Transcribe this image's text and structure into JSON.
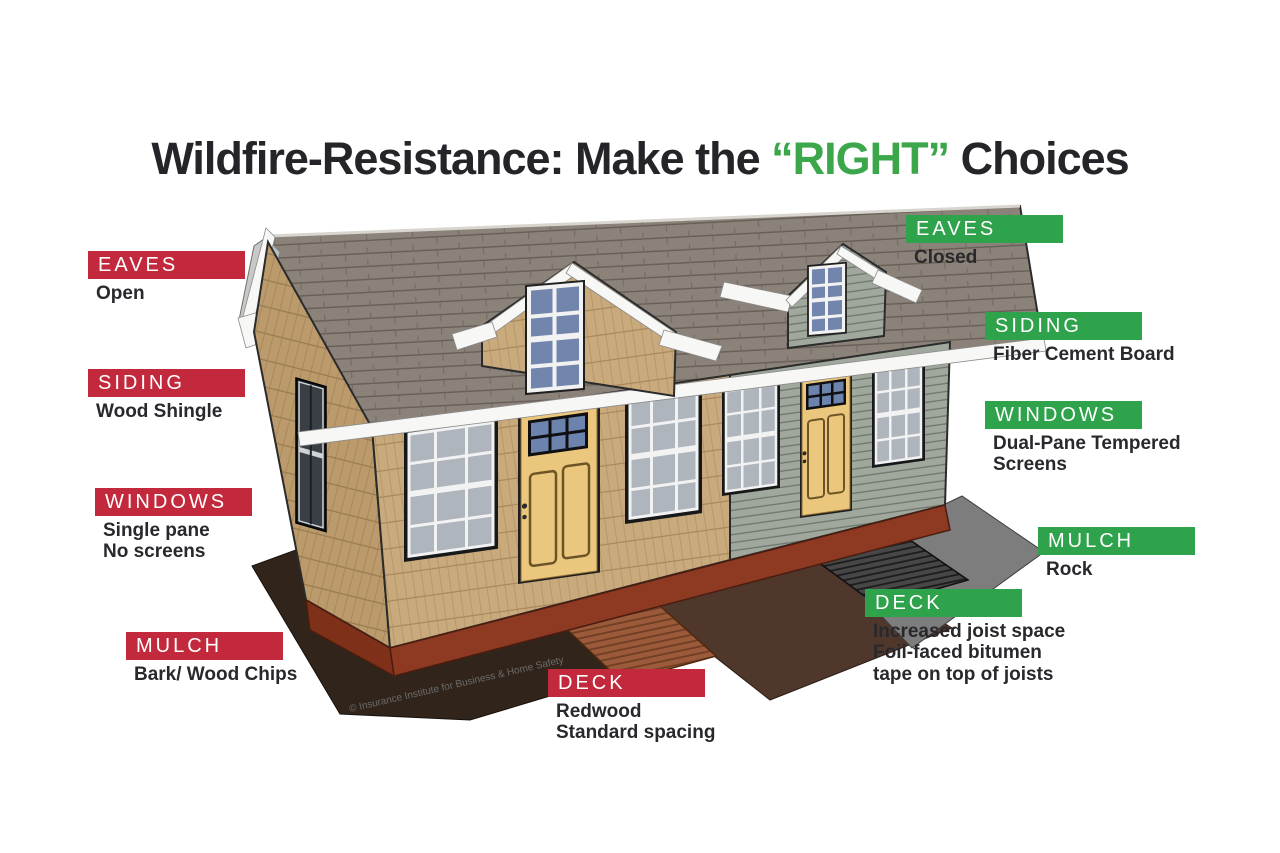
{
  "title": {
    "text_before": "Wildfire-Resistance: Make the ",
    "highlight": "“RIGHT”",
    "text_after": " Choices"
  },
  "colors": {
    "bad_accent": "#C3293C",
    "good_accent": "#2FA24C",
    "title_highlight": "#3CA64B",
    "tag_text": "#FFFFFF",
    "body_text": "#28282D",
    "background": "#FFFFFF"
  },
  "callouts": {
    "bad": [
      {
        "heading": "EAVES",
        "description": "Open"
      },
      {
        "heading": "SIDING",
        "description": "Wood Shingle"
      },
      {
        "heading": "WINDOWS",
        "description": "Single pane\nNo screens"
      },
      {
        "heading": "MULCH",
        "description": "Bark/ Wood Chips"
      },
      {
        "heading": "DECK",
        "description": "Redwood\nStandard spacing"
      }
    ],
    "good": [
      {
        "heading": "EAVES",
        "description": "Closed"
      },
      {
        "heading": "SIDING",
        "description": "Fiber Cement Board"
      },
      {
        "heading": "WINDOWS",
        "description": "Dual-Pane Tempered\nScreens"
      },
      {
        "heading": "MULCH",
        "description": "Rock"
      },
      {
        "heading": "DECK",
        "description": "Increased joist space\nFoil-faced bitumen\ntape on top of joists"
      }
    ]
  },
  "credit": "© Insurance Institute for Business & Home Safety",
  "illustration": {
    "name": "split-house wildfire resistance comparison",
    "palette": {
      "roof_shingle": "#8B8379",
      "wood_shingle_siding": "#C9AA7C",
      "gable_shingle_siding": "#BB9A6C",
      "fiber_cement_siding": "#A0A89E",
      "trim": "#F7F7F5",
      "door_wood": "#EAC77D",
      "window_glass": "#AEB5BC",
      "dormer_glass": "#7285AD",
      "foundation": "#8E3A22",
      "mulch_bark": "#31251B",
      "mulch_rock": "#7D7D7D",
      "bare_soil": "#4F372B",
      "deck_redwood": "#9B5A39",
      "deck_treated": "#474747"
    }
  }
}
